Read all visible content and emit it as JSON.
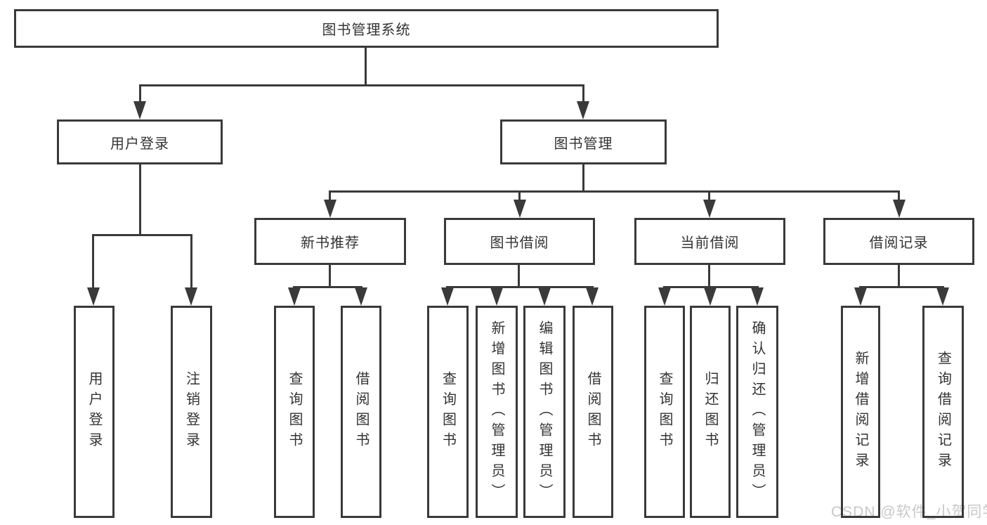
{
  "diagram": {
    "title": "图书管理系统",
    "user_login": {
      "label": "用户登录",
      "children": {
        "login": "用户登录",
        "logout": "注销登录"
      }
    },
    "book_management": {
      "label": "图书管理",
      "modules": {
        "new_book_recommend": {
          "label": "新书推荐",
          "children": {
            "query_books": "查询图书",
            "borrow_books": "借阅图书"
          }
        },
        "book_borrowing": {
          "label": "图书借阅",
          "children": {
            "query_books": "查询图书",
            "add_books": "新增图书（管理员）",
            "edit_books": "编辑图书（管理员）",
            "borrow_books": "借阅图书"
          }
        },
        "current_borrowing": {
          "label": "当前借阅",
          "children": {
            "query_books": "查询图书",
            "return_books": "归还图书",
            "confirm_return": "确认归还（管理员）"
          }
        },
        "borrow_records": {
          "label": "借阅记录",
          "children": {
            "add_record": "新增借阅记录",
            "query_record": "查询借阅记录"
          }
        }
      }
    }
  },
  "watermark": {
    "text": "CSDN @软件_小贺同学"
  },
  "colors": {
    "line": "#3a3a3a",
    "text": "#333333",
    "watermark": "#c8c8c8",
    "background": "#ffffff"
  }
}
